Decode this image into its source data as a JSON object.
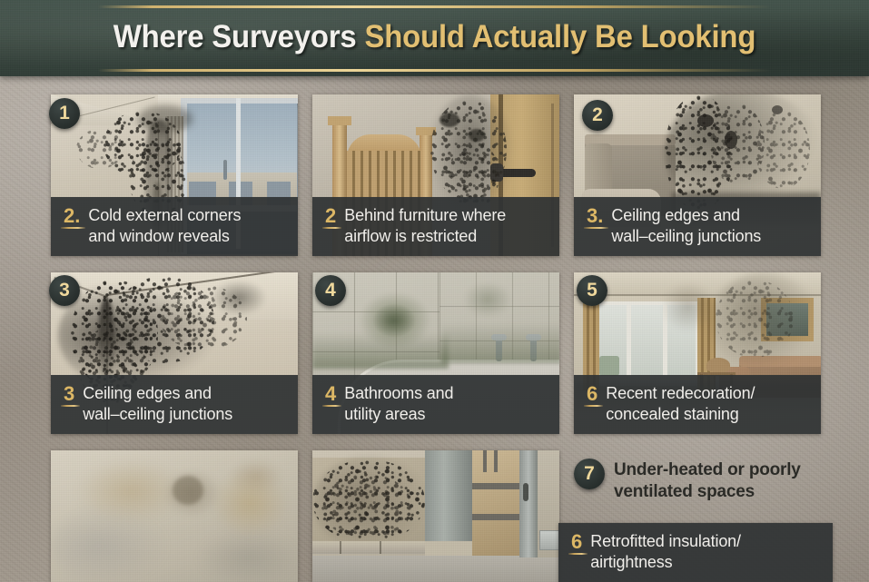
{
  "header": {
    "title_white": "Where Surveyors ",
    "title_gold": "Should Actually Be Looking"
  },
  "cards": [
    {
      "badge": "1",
      "caption_num": "2.",
      "caption_line1": "Cold external corners",
      "caption_line2": "and window reveals",
      "scene": "mouldy-corner-with-window"
    },
    {
      "badge": "",
      "caption_num": "2",
      "caption_line1": "Behind furniture where",
      "caption_line2": "airflow is restricted",
      "scene": "headboard-against-mouldy-wall"
    },
    {
      "badge": "2",
      "caption_num": "3.",
      "caption_line1": "Ceiling edges and",
      "caption_line2": "wall–ceiling junctions",
      "scene": "armchair-against-mouldy-wall"
    },
    {
      "badge": "3",
      "caption_num": "3",
      "caption_line1": "Ceiling edges and",
      "caption_line2": "wall–ceiling junctions",
      "scene": "ceiling-corner-black-mould"
    },
    {
      "badge": "4",
      "caption_num": "4",
      "caption_line1": "Bathrooms and",
      "caption_line2": "utility areas",
      "scene": "tiled-bathroom-bath-mould"
    },
    {
      "badge": "5",
      "caption_num": "6",
      "caption_line1": "Recent redecoration/",
      "caption_line2": "concealed staining",
      "scene": "living-room-window-sofa-stains"
    },
    {
      "badge": "",
      "caption_num": "",
      "caption_line1": "",
      "caption_line2": "",
      "scene": "damp-stained-plaster-wall"
    },
    {
      "badge": "",
      "caption_num": "",
      "caption_line1": "",
      "caption_line2": "",
      "scene": "basement-corridor-mouldy-wall"
    }
  ],
  "plain_item": {
    "badge": "7",
    "line1": "Under-heated or poorly",
    "line2": "ventilated spaces"
  },
  "floating_caption": {
    "num": "6",
    "line1": "Retrofitted insulation/",
    "line2": "airtightness"
  },
  "colors": {
    "header_green": "#3a4840",
    "gold": "#dcb765",
    "title_white": "#f3f1ed",
    "title_gold": "#e2bf72",
    "caption_bar": "#2f3334",
    "badge_dark": "#2b3230",
    "background": "#9d948a"
  }
}
